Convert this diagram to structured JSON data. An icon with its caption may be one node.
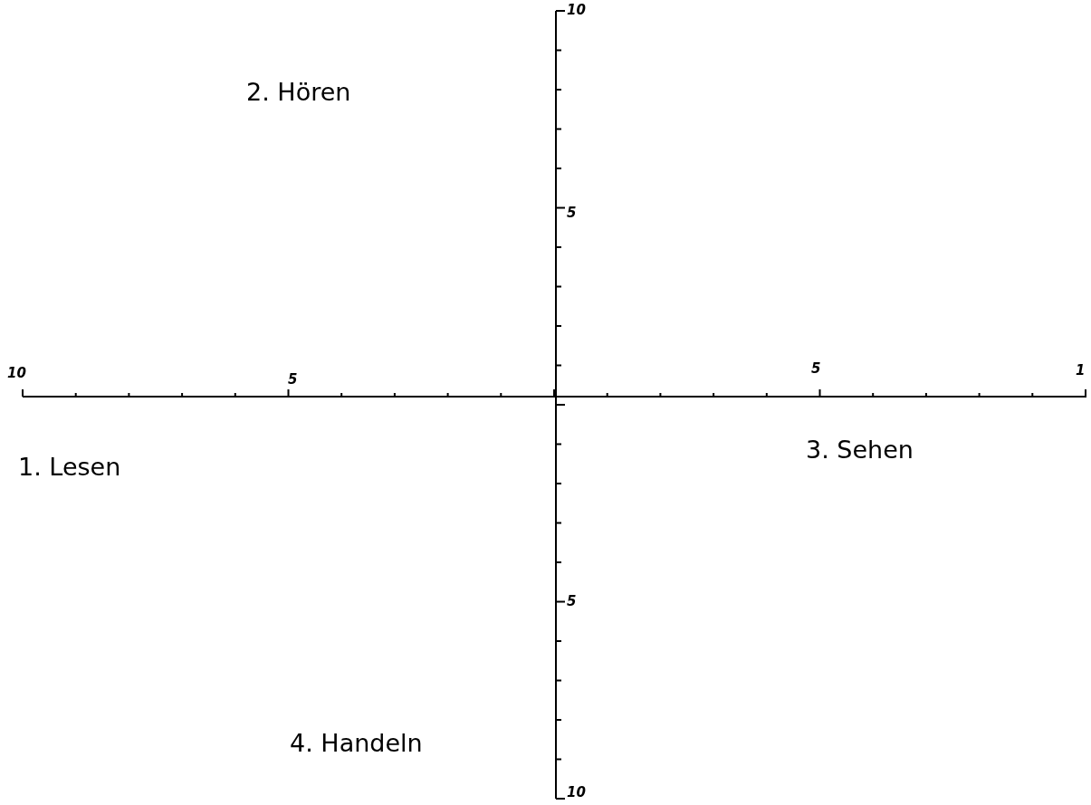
{
  "diagram": {
    "labels": [
      "10",
      "2. Hören",
      "5",
      "10",
      "5",
      "5",
      "1",
      "1. Lesen",
      "3. Sehen",
      "5",
      "4. Handeln",
      "10"
    ]
  }
}
